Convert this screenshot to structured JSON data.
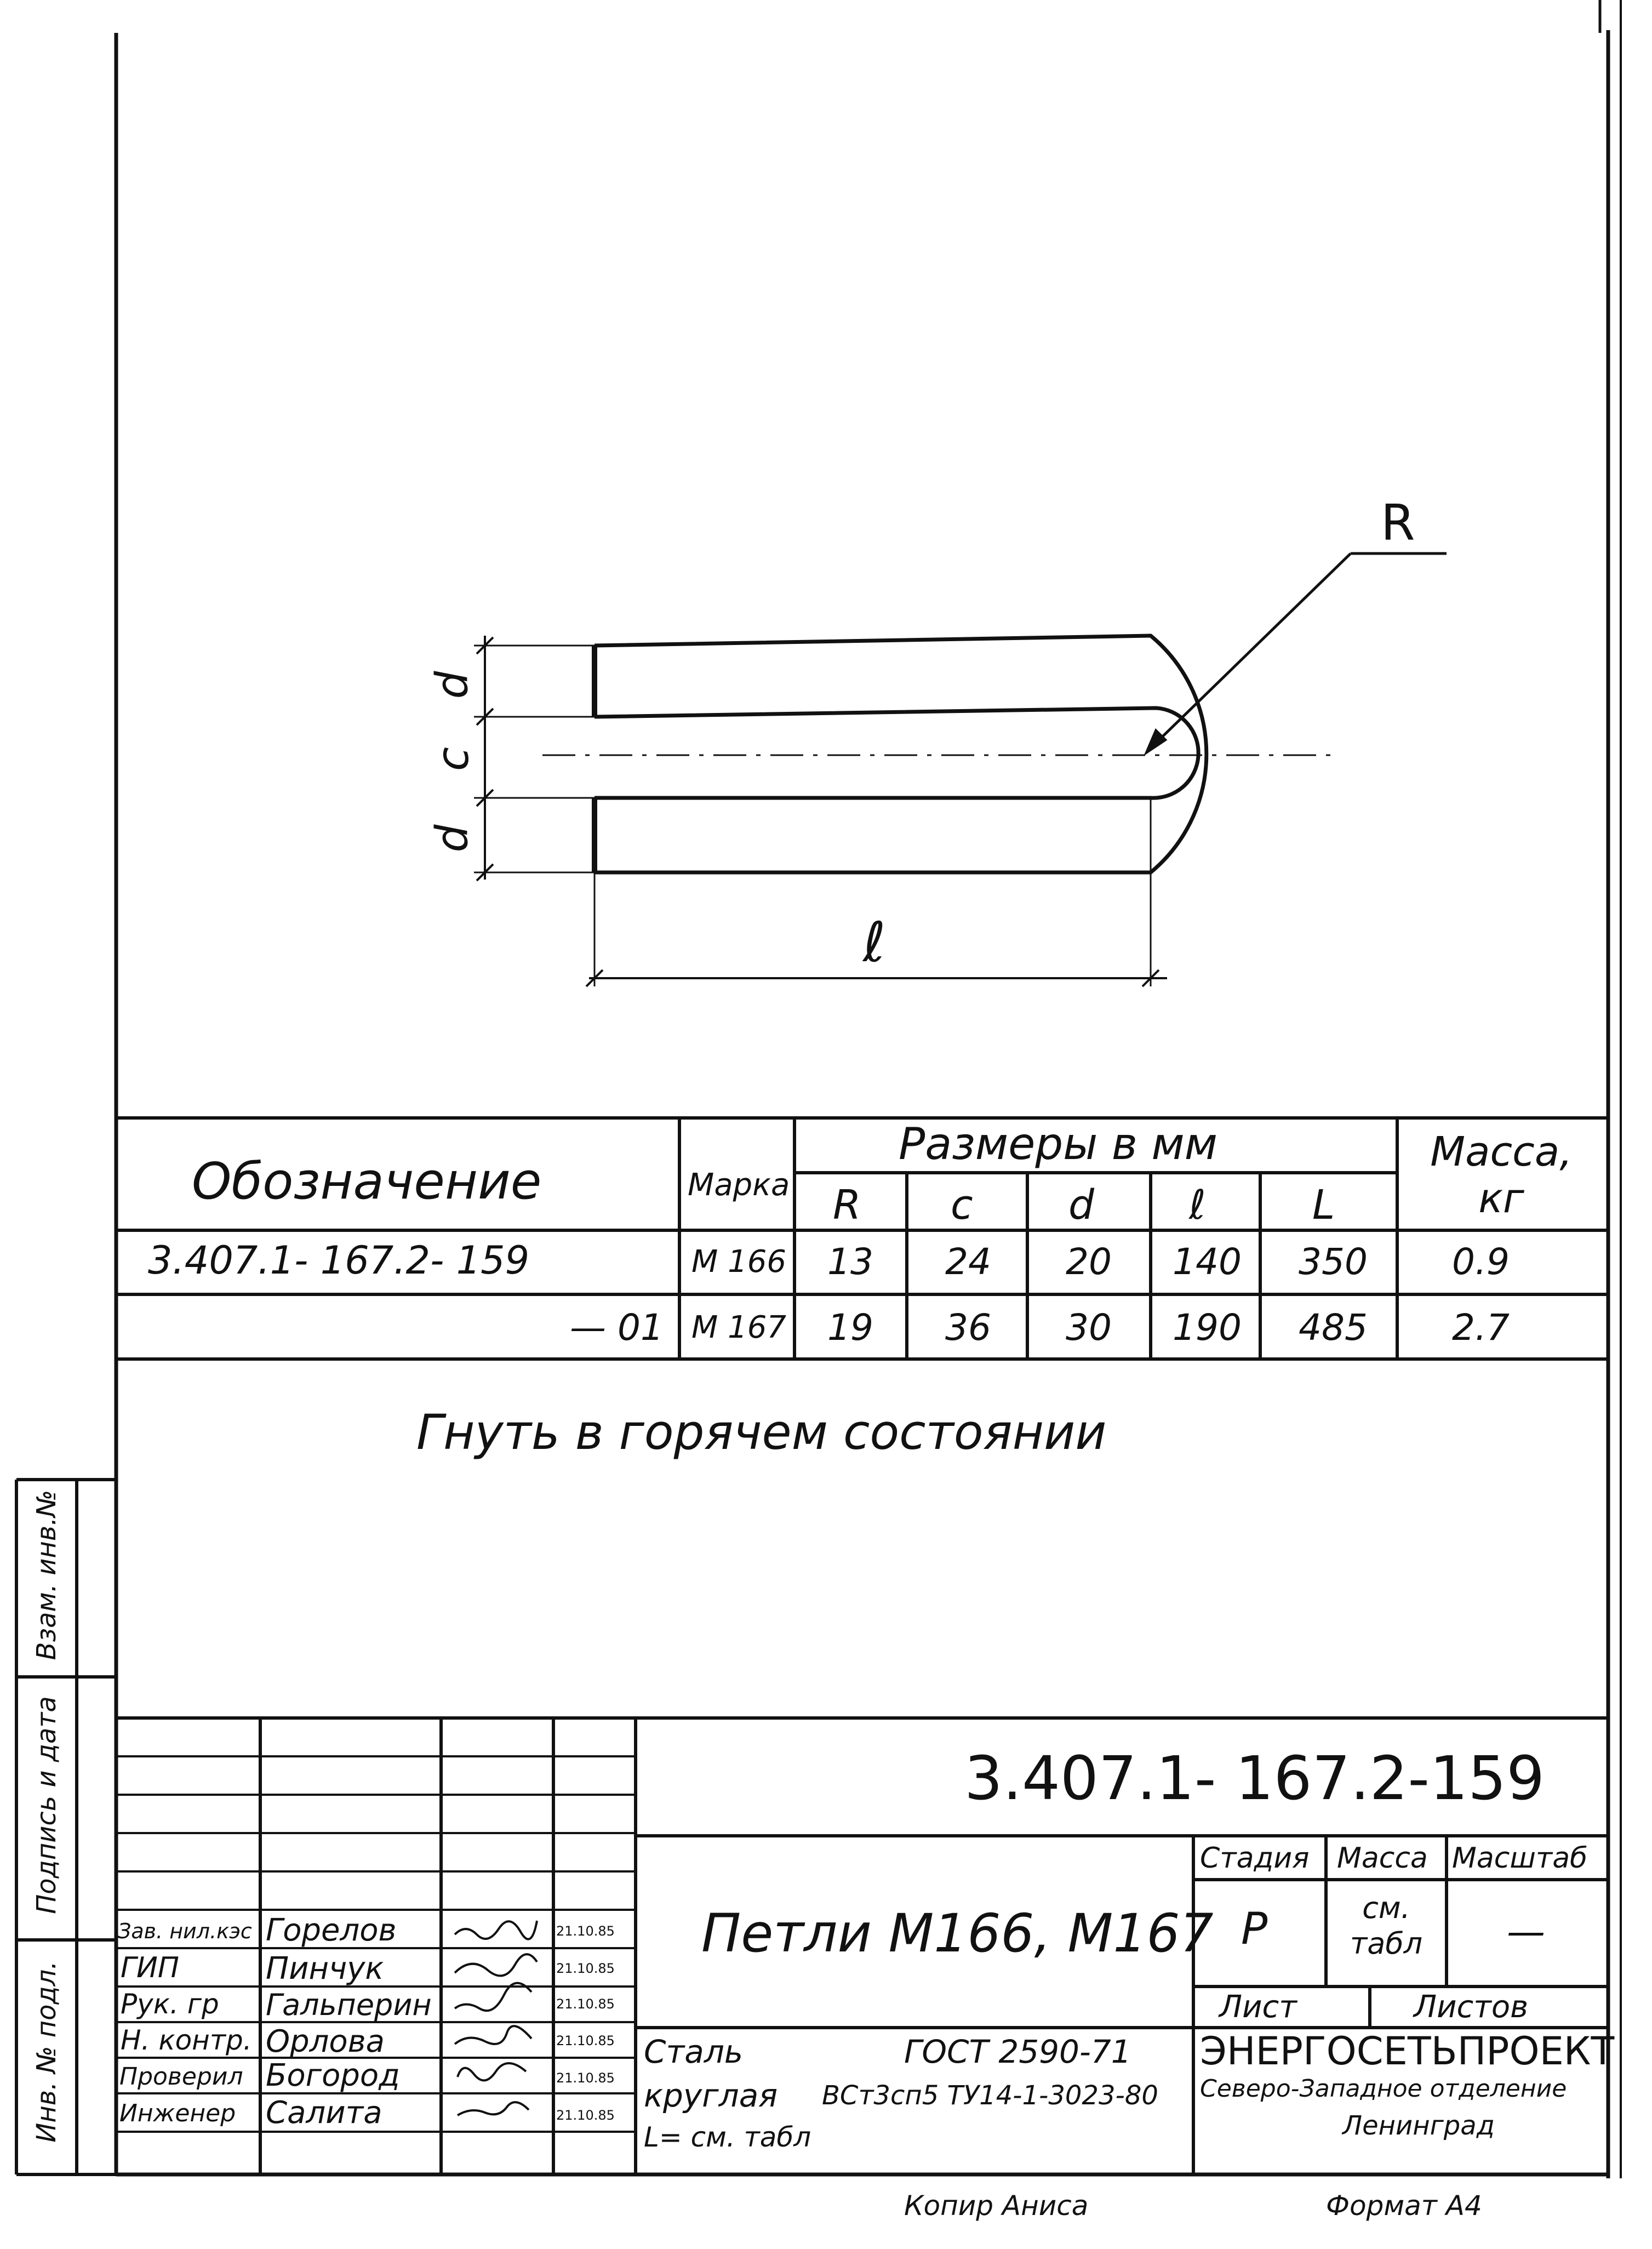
{
  "drawing": {
    "label_R": "R",
    "label_d_top": "d",
    "label_c": "c",
    "label_d_bottom": "d",
    "label_l": "ℓ"
  },
  "spec_table": {
    "header_designation": "Обозначение",
    "header_mark": "Марка",
    "header_dimensions": "Размеры в мм",
    "header_mass": "Масса, кг",
    "columns": [
      "R",
      "c",
      "d",
      "ℓ",
      "L"
    ],
    "rows": [
      {
        "designation": "3.407.1- 167.2- 159",
        "mark": "М 166",
        "R": "13",
        "c": "24",
        "d": "20",
        "l": "140",
        "L": "350",
        "mass": "0.9"
      },
      {
        "designation": "— 01",
        "mark": "М 167",
        "R": "19",
        "c": "36",
        "d": "30",
        "l": "190",
        "L": "485",
        "mass": "2.7"
      }
    ]
  },
  "note": "Гнуть в горячем состоянии",
  "side_stamp": {
    "vzam": "Взам. инв.№",
    "podpis": "Подпись и дата",
    "inv": "Инв. № подл."
  },
  "title_block": {
    "doc_number": "3.407.1- 167.2-159",
    "title": "Петли М166, М167",
    "stage_header": "Стадия",
    "mass_header": "Масса",
    "scale_header": "Масштаб",
    "stage_value": "Р",
    "mass_value": "см. табл",
    "scale_value": "—",
    "sheet_label": "Лист",
    "sheets_label": "Листов",
    "org_line1": "ЭНЕРГОСЕТЬПРОЕКТ",
    "org_line2": "Северо-Западное отделение",
    "org_line3": "Ленинград",
    "material_line1": "Сталь",
    "material_gost": "ГОСТ 2590-71",
    "material_line2": "круглая",
    "material_steel": "ВСт3сп5 ТУ14-1-3023-80",
    "material_line3": "L= см. табл",
    "signatures": [
      {
        "role": "Зав. нил.кэс",
        "name": "Горелов",
        "date": "21.10.85"
      },
      {
        "role": "ГИП",
        "name": "Пинчук",
        "date": "21.10.85"
      },
      {
        "role": "Рук. гр",
        "name": "Гальперин",
        "date": "21.10.85"
      },
      {
        "role": "Н. контр.",
        "name": "Орлова",
        "date": "21.10.85"
      },
      {
        "role": "Проверил",
        "name": "Богород",
        "date": "21.10.85"
      },
      {
        "role": "Инженер",
        "name": "Салита",
        "date": "21.10.85"
      }
    ]
  },
  "footer": {
    "copied": "Копир Аниса",
    "format": "Формат А4"
  }
}
